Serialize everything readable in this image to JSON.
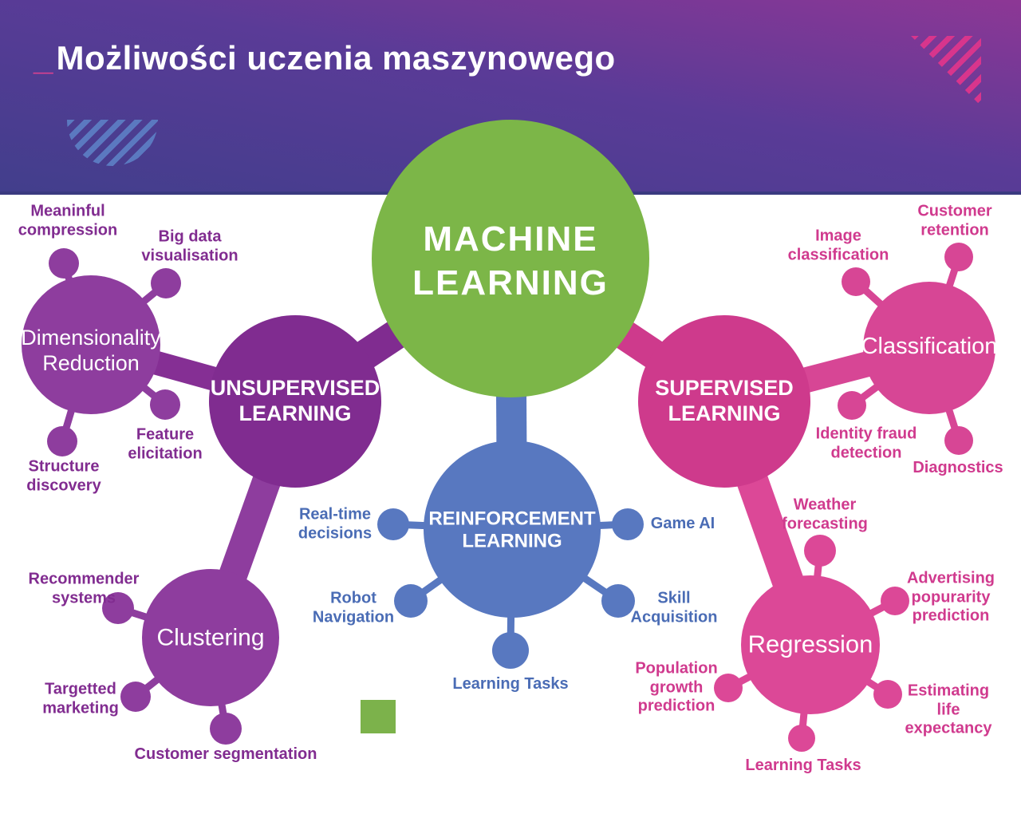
{
  "header": {
    "title_accent": "_",
    "title": "Możliwości uczenia maszynowego"
  },
  "palette": {
    "header_gradient_start": "#8d3795",
    "header_gradient_end": "#423e8c",
    "title_accent_pink": "#d8418f",
    "green": "#7cb648",
    "green_square": "#7cb24b",
    "purple_dark": "#802c90",
    "purple": "#8e3d9e",
    "purple_mid": "#852f94",
    "pink_dark": "#ce3a8c",
    "pink": "#d74695",
    "pink_light": "#dc4897",
    "blue": "#5878c0",
    "label_purple": "#812c90",
    "label_pink": "#d03a8e",
    "label_blue": "#4a6cb5",
    "stripe_blue": "#5b79c0",
    "stripe_pink": "#d8358c"
  },
  "nodes": {
    "machine_learning": {
      "label": "MACHINE\nLEARNING"
    },
    "unsupervised": {
      "label": "UNSUPERVISED\nLEARNING"
    },
    "supervised": {
      "label": "SUPERVISED\nLEARNING"
    },
    "reinforcement": {
      "label": "REINFORCEMENT\nLEARNING"
    },
    "dimensionality_reduction": {
      "label": "Dimensionality\nReduction"
    },
    "clustering": {
      "label": "Clustering"
    },
    "classification": {
      "label": "Classification"
    },
    "regression": {
      "label": "Regression"
    }
  },
  "satellites": {
    "dimensionality": {
      "meaninful_compression": {
        "label": "Meaninful\ncompression"
      },
      "big_data_visualisation": {
        "label": "Big data\nvisualisation"
      },
      "feature_elicitation": {
        "label": "Feature\nelicitation"
      },
      "structure_discovery": {
        "label": "Structure\ndiscovery"
      }
    },
    "clustering": {
      "recommender_systems": {
        "label": "Recommender\nsystems"
      },
      "targetted_marketing": {
        "label": "Targetted\nmarketing"
      },
      "customer_segmentation": {
        "label": "Customer segmentation"
      }
    },
    "reinforcement": {
      "real_time_decisions": {
        "label": "Real-time\ndecisions"
      },
      "game_ai": {
        "label": "Game AI"
      },
      "robot_navigation": {
        "label": "Robot\nNavigation"
      },
      "skill_acquisition": {
        "label": "Skill\nAcquisition"
      },
      "learning_tasks": {
        "label": "Learning Tasks"
      }
    },
    "classification": {
      "image_classification": {
        "label": "Image\nclassification"
      },
      "customer_retention": {
        "label": "Customer\nretention"
      },
      "identity_fraud_detection": {
        "label": "Identity fraud\ndetection"
      },
      "diagnostics": {
        "label": "Diagnostics"
      }
    },
    "regression": {
      "weather_forecasting": {
        "label": "Weather\nforecasting"
      },
      "advertising_popurarity_prediction": {
        "label": "Advertising\npopurarity\nprediction"
      },
      "estimating_life_expectancy": {
        "label": "Estimating\nlife\nexpectancy"
      },
      "population_growth_prediction": {
        "label": "Population\ngrowth\nprediction"
      },
      "learning_tasks": {
        "label": "Learning Tasks"
      }
    }
  }
}
